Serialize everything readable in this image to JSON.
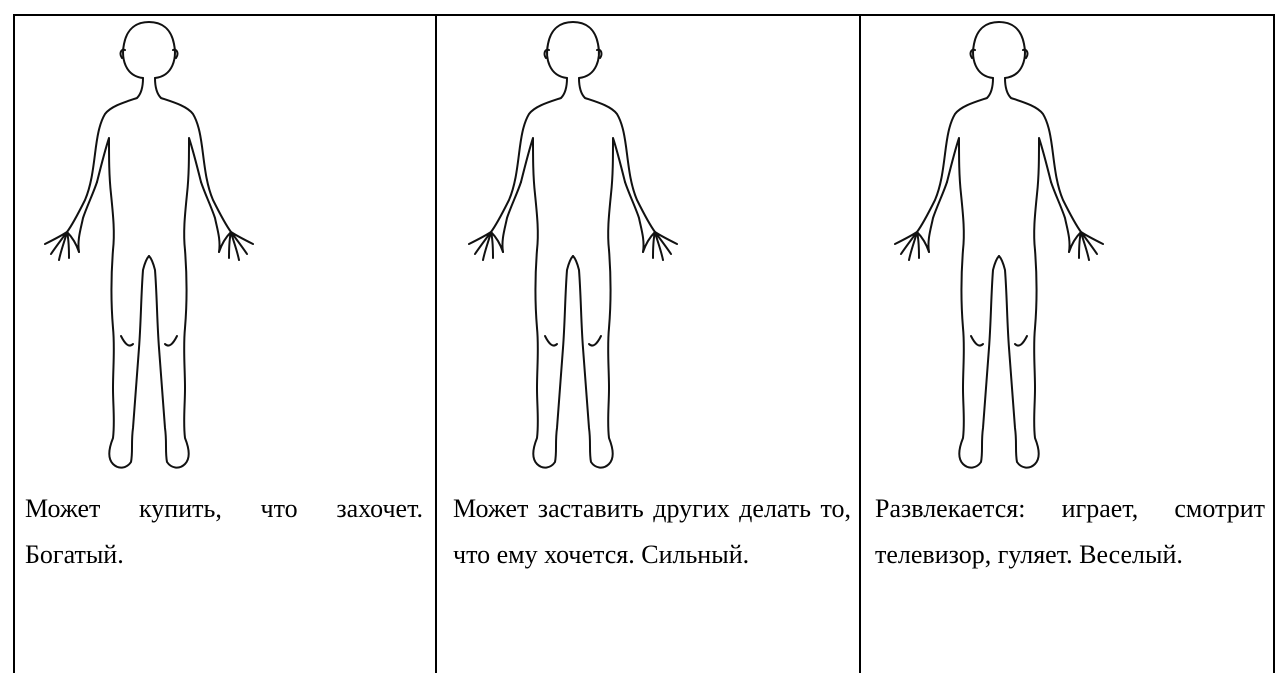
{
  "cells": [
    {
      "caption": "Может купить, что захочет. Богатый.",
      "figure_icon": "human-body-outline-icon"
    },
    {
      "caption": "Может заставить других делать то, что ему хочется. Сильный.",
      "figure_icon": "human-body-outline-icon"
    },
    {
      "caption": "Развлекается: играет, смотрит телевизор, гуляет. Веселый.",
      "figure_icon": "human-body-outline-icon"
    }
  ]
}
